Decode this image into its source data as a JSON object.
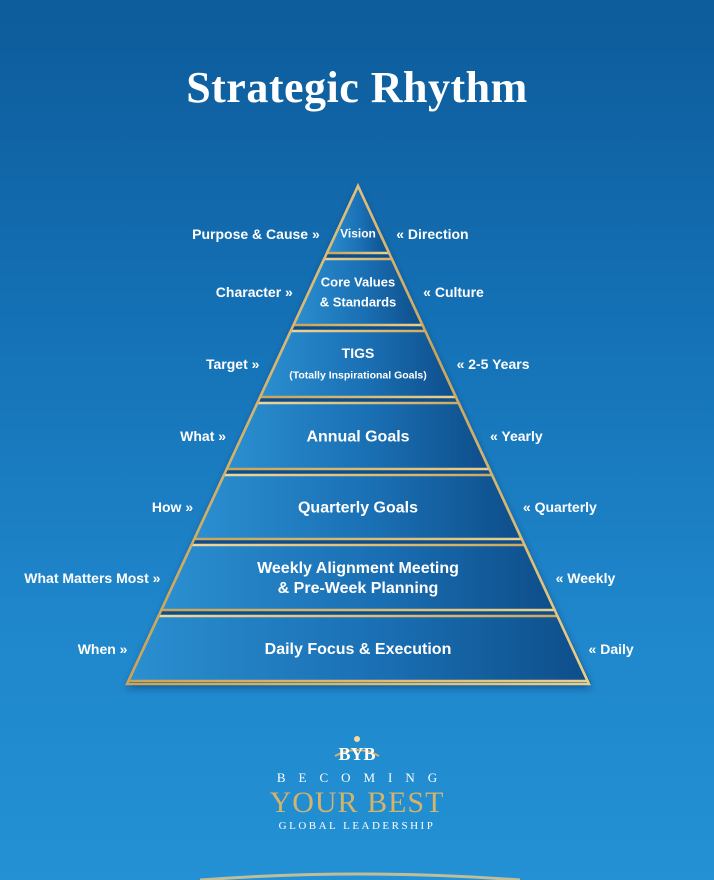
{
  "title": "Strategic Rhythm",
  "tiers": [
    {
      "lines": [
        "Vision"
      ],
      "left": "Purpose & Cause »",
      "right": "« Direction"
    },
    {
      "lines": [
        "Core Values",
        "& Standards"
      ],
      "left": "Character »",
      "right": "« Culture"
    },
    {
      "lines": [
        "TIGS",
        "(Totally Inspirational Goals)"
      ],
      "left": "Target »",
      "right": "« 2-5 Years"
    },
    {
      "lines": [
        "Annual Goals"
      ],
      "left": "What »",
      "right": "« Yearly"
    },
    {
      "lines": [
        "Quarterly Goals"
      ],
      "left": "How »",
      "right": "« Quarterly"
    },
    {
      "lines": [
        "Weekly Alignment Meeting",
        "& Pre-Week Planning"
      ],
      "left": "What Matters Most »",
      "right": "« Weekly"
    },
    {
      "lines": [
        "Daily Focus & Execution"
      ],
      "left": "When »",
      "right": "« Daily"
    }
  ],
  "logo": {
    "mark": "BYB",
    "line1": "BECOMING",
    "line2": "YOUR BEST",
    "line3": "GLOBAL LEADERSHIP"
  },
  "colors": {
    "gold": "#d4b36a",
    "tier_dark": "#0e4e8a",
    "tier_light": "#2a8fd0"
  }
}
